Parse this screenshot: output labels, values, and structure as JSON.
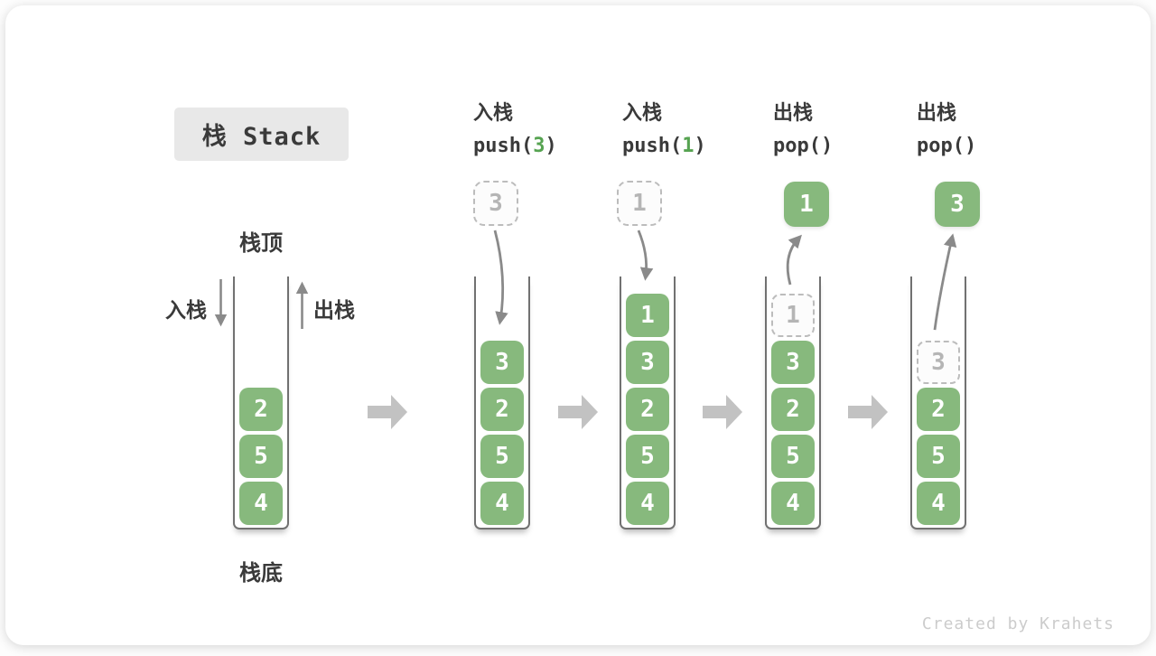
{
  "title": {
    "text": "栈 Stack"
  },
  "legend": {
    "stack_top": "栈顶",
    "stack_bottom": "栈底",
    "push_label": "入栈",
    "pop_label": "出栈"
  },
  "operations": [
    {
      "label": "入栈",
      "code_pre": "push(",
      "arg": "3",
      "code_post": ")"
    },
    {
      "label": "入栈",
      "code_pre": "push(",
      "arg": "1",
      "code_post": ")"
    },
    {
      "label": "出栈",
      "code_pre": "pop(",
      "arg": "",
      "code_post": ")"
    },
    {
      "label": "出栈",
      "code_pre": "pop(",
      "arg": "",
      "code_post": ")"
    }
  ],
  "stacks": [
    {
      "state": "initial",
      "blocks": [
        "2",
        "5",
        "4"
      ]
    },
    {
      "state": "after-push-3",
      "floating": "3",
      "blocks": [
        "3",
        "2",
        "5",
        "4"
      ]
    },
    {
      "state": "after-push-1",
      "floating": "1",
      "blocks": [
        "1",
        "3",
        "2",
        "5",
        "4"
      ]
    },
    {
      "state": "after-pop-1",
      "floating": "1",
      "placeholder": "1",
      "blocks": [
        "3",
        "2",
        "5",
        "4"
      ]
    },
    {
      "state": "after-pop-3",
      "floating": "3",
      "placeholder": "3",
      "blocks": [
        "2",
        "5",
        "4"
      ]
    }
  ],
  "credit": "Created by Krahets",
  "colors": {
    "block_green": "#87b97d",
    "code_green": "#56a351",
    "arrow_gray": "#8a8a8a",
    "state_arrow_gray": "#c2c2c2",
    "title_bg": "#e8e8e8"
  }
}
